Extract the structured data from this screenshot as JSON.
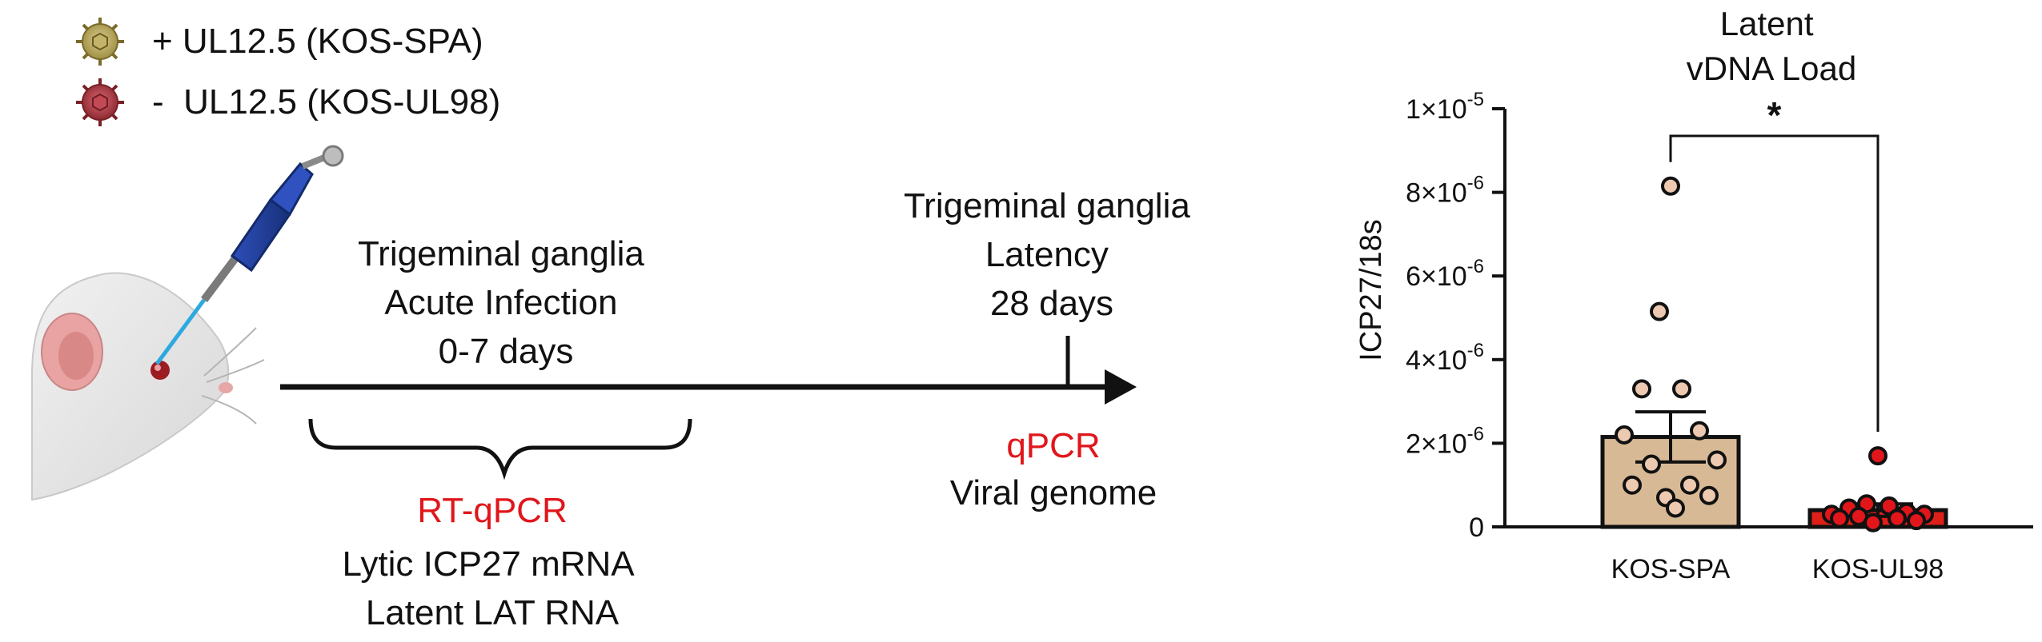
{
  "legend": [
    {
      "label": "+ UL12.5 (KOS-SPA)",
      "virus_color": "#b9a95c"
    },
    {
      "label": "-  UL12.5 (KOS-UL98)",
      "virus_color": "#b8404a"
    }
  ],
  "timeline": {
    "acute_label": [
      "Trigeminal ganglia",
      "Acute Infection",
      "0-7 days"
    ],
    "latency_label": [
      "Trigeminal ganglia",
      "Latency",
      "28 days"
    ],
    "rtqpcr_title": "RT-qPCR",
    "rtqpcr_lines": [
      "Lytic ICP27 mRNA",
      "Latent LAT RNA"
    ],
    "qpcr_title": "qPCR",
    "qpcr_lines": [
      "Viral genome"
    ],
    "accent_color": "#e0161b"
  },
  "chart_data": {
    "type": "bar",
    "title": [
      "Latent",
      "vDNA Load"
    ],
    "ylabel": "ICP27/18s",
    "xlabel": "",
    "categories": [
      "KOS-SPA",
      "KOS-UL98"
    ],
    "bar_colors": [
      "#d8b995",
      "#dd2018"
    ],
    "point_colors": [
      "#ecc9b0",
      "#e0161b"
    ],
    "ylim": [
      0,
      1e-05
    ],
    "yticks": [
      {
        "value": 0,
        "label": "0"
      },
      {
        "value": 2e-06,
        "label": "2×10",
        "exp": "-6"
      },
      {
        "value": 4e-06,
        "label": "4×10",
        "exp": "-6"
      },
      {
        "value": 6e-06,
        "label": "6×10",
        "exp": "-6"
      },
      {
        "value": 8e-06,
        "label": "8×10",
        "exp": "-6"
      },
      {
        "value": 1e-05,
        "label": "1×10",
        "exp": "-5"
      }
    ],
    "series": [
      {
        "category": "KOS-SPA",
        "mean": 2.15e-06,
        "sem": 6e-07,
        "points": [
          8.15e-06,
          5.15e-06,
          3.3e-06,
          3.3e-06,
          2.3e-06,
          2.2e-06,
          1.6e-06,
          1.5e-06,
          1e-06,
          1e-06,
          7.5e-07,
          7e-07,
          4.5e-07
        ]
      },
      {
        "category": "KOS-UL98",
        "mean": 4e-07,
        "sem": 1.5e-07,
        "points": [
          1.7e-06,
          5.5e-07,
          5e-07,
          4.5e-07,
          3.5e-07,
          3e-07,
          3e-07,
          2.5e-07,
          2e-07,
          2e-07,
          1.5e-07,
          1e-07
        ]
      }
    ],
    "significance": "*"
  }
}
